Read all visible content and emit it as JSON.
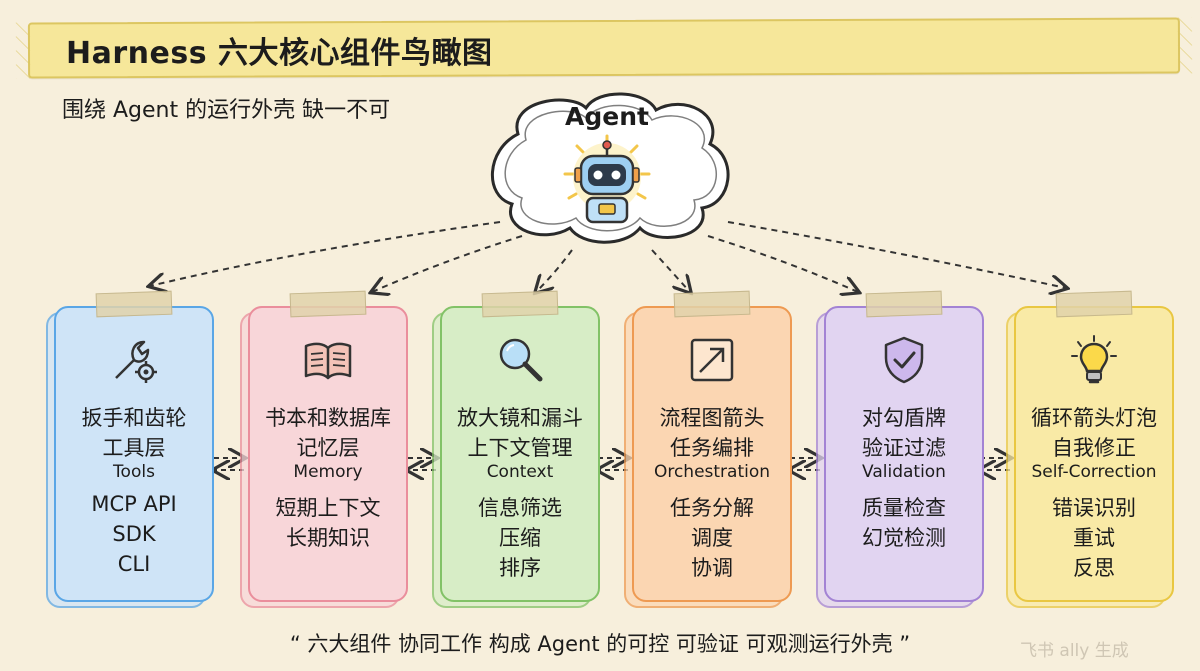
{
  "title": "Harness 六大核心组件鸟瞰图",
  "subtitle": "围绕 Agent 的运行外壳 缺一不可",
  "agent": {
    "label": "Agent",
    "icon": "robot-icon"
  },
  "components": [
    {
      "icon": "wrench-gear-icon",
      "icon_desc": "扳手和齿轮",
      "name_cn": "工具层",
      "name_en": "Tools",
      "items": [
        "MCP API",
        "SDK",
        "CLI"
      ],
      "color": "#5aa6e6",
      "fill": "#cfe4f7"
    },
    {
      "icon": "book-icon",
      "icon_desc": "书本和数据库",
      "name_cn": "记忆层",
      "name_en": "Memory",
      "items": [
        "短期上下文",
        "长期知识"
      ],
      "color": "#ea8e9c",
      "fill": "#f8d6d9"
    },
    {
      "icon": "magnifier-icon",
      "icon_desc": "放大镜和漏斗",
      "name_cn": "上下文管理",
      "name_en": "Context",
      "items": [
        "信息筛选",
        "压缩",
        "排序"
      ],
      "color": "#82c267",
      "fill": "#d7edc6"
    },
    {
      "icon": "arrow-box-icon",
      "icon_desc": "流程图箭头",
      "name_cn": "任务编排",
      "name_en": "Orchestration",
      "items": [
        "任务分解",
        "调度",
        "协调"
      ],
      "color": "#ee9a52",
      "fill": "#fbd6b2"
    },
    {
      "icon": "shield-check-icon",
      "icon_desc": "对勾盾牌",
      "name_cn": "验证过滤",
      "name_en": "Validation",
      "items": [
        "质量检查",
        "幻觉检测"
      ],
      "color": "#a383d4",
      "fill": "#e1d4f1"
    },
    {
      "icon": "lightbulb-icon",
      "icon_desc": "循环箭头灯泡",
      "name_cn": "自我修正",
      "name_en": "Self-Correction",
      "items": [
        "错误识别",
        "重试",
        "反思"
      ],
      "color": "#e9c742",
      "fill": "#f9eaa6"
    }
  ],
  "footer": "“ 六大组件 协同工作 构成 Agent 的可控 可验证 可观测运行外壳 ”",
  "watermark": "飞书 ally 生成"
}
